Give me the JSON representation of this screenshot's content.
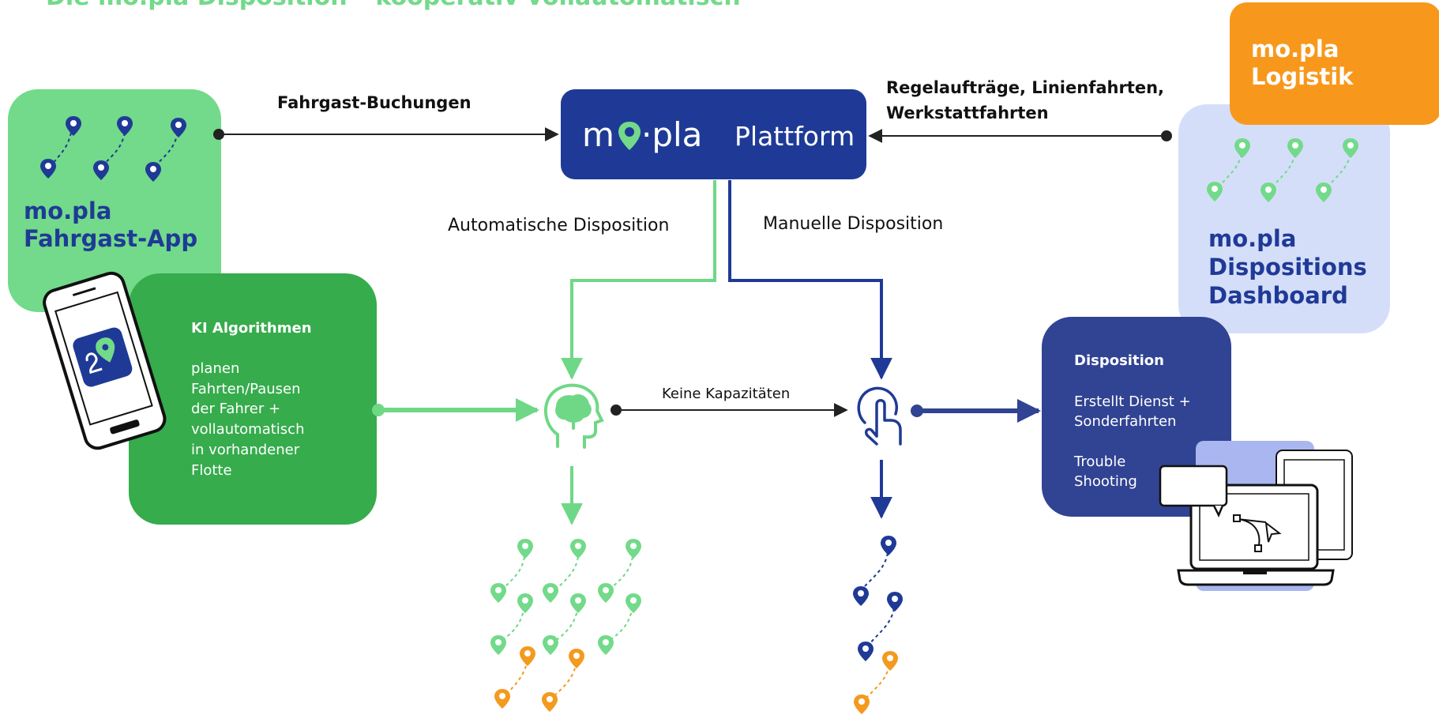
{
  "headline": "Die mo.pla Disposition – kooperativ vollautomatisch",
  "colors": {
    "green_light": "#72DA8A",
    "green_dark": "#36AC4C",
    "green_line": "#6FD886",
    "navy": "#1F3A96",
    "navy_box": "#314393",
    "lavender": "#D5DEF9",
    "orange": "#F7981C",
    "pin_orange": "#F39A1F"
  },
  "fahrgast_app": {
    "title_line1": "mo.pla",
    "title_line2": "Fahrgast-App"
  },
  "platform": {
    "logo_left": "m",
    "logo_right": "·pla",
    "label": "Plattform"
  },
  "logistik": {
    "line1": "mo.pla",
    "line2": "Logistik"
  },
  "dashboard": {
    "line1": "mo.pla",
    "line2": "Dispositions",
    "line3": "Dashboard"
  },
  "edges": {
    "bookings": "Fahrgast-Buchungen",
    "regular_line1": "Regelaufträge, Linienfahrten,",
    "regular_line2": "Werkstattfahrten",
    "auto": "Automatische Disposition",
    "manual": "Manuelle  Disposition",
    "no_capacity": "Keine Kapazitäten"
  },
  "ki": {
    "title": "KI Algorithmen",
    "lines": [
      "planen",
      "Fahrten/Pausen",
      "der Fahrer +",
      "vollautomatisch",
      "in vorhandener",
      "Flotte"
    ]
  },
  "disposition": {
    "title": "Disposition",
    "lines": [
      "Erstellt Dienst +",
      "Sonderfahrten",
      "",
      "Trouble",
      "Shooting"
    ]
  },
  "icons": [
    "map-pin-icon",
    "brain-head-icon",
    "touch-hand-icon",
    "smartphone-icon",
    "laptop-icon",
    "tablet-icon",
    "speech-bubble-icon",
    "bezier-cursor-icon"
  ]
}
